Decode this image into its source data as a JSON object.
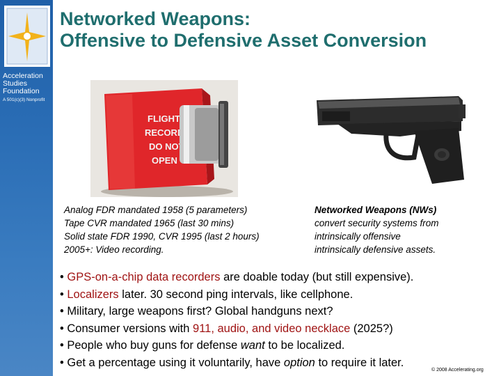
{
  "sidebar": {
    "org_name": [
      "Acceleration",
      "Studies",
      "Foundation"
    ],
    "org_subtitle": "A 501(c)(3) Nonprofit"
  },
  "slide": {
    "title_line1": "Networked Weapons:",
    "title_line2": "Offensive to Defensive Asset Conversion"
  },
  "images": {
    "fdr_label": [
      "FLIGHT",
      "RECORDER",
      "DO NOT",
      "OPEN"
    ]
  },
  "captions": {
    "left": [
      "Analog FDR mandated 1958 (5 parameters)",
      "Tape CVR mandated 1965 (last 30 mins)",
      "Solid state FDR 1990, CVR 1995 (last 2 hours)",
      "2005+: Video recording."
    ],
    "right_bold": "Networked Weapons (NWs)",
    "right": [
      "convert security systems from",
      "intrinsically offensive",
      "intrinsically defensive assets."
    ]
  },
  "bullets": [
    {
      "prefix": "• ",
      "red": "GPS-on-a-chip data recorders",
      "rest": " are doable today (but still expensive)."
    },
    {
      "prefix": "• ",
      "red": "Localizers",
      "rest": " later. 30 second ping intervals, like cellphone."
    },
    {
      "prefix": "• ",
      "red": "",
      "rest": "Military, large weapons first? Global handguns next?"
    },
    {
      "prefix": "• Consumer versions with ",
      "red": "911, audio, and video necklace",
      "rest": " (2025?)"
    },
    {
      "prefix": "• People who buy guns for defense ",
      "em": "want",
      "rest": " to be localized."
    },
    {
      "prefix": "• Get a percentage using it voluntarily, have ",
      "em": "option",
      "rest": " to require it later."
    }
  ],
  "footer": {
    "copyright": "© 2008 Accelerating.org"
  },
  "colors": {
    "title": "#1f6e6e",
    "sidebar": "#2a6db5",
    "highlight_red": "#a01414"
  }
}
